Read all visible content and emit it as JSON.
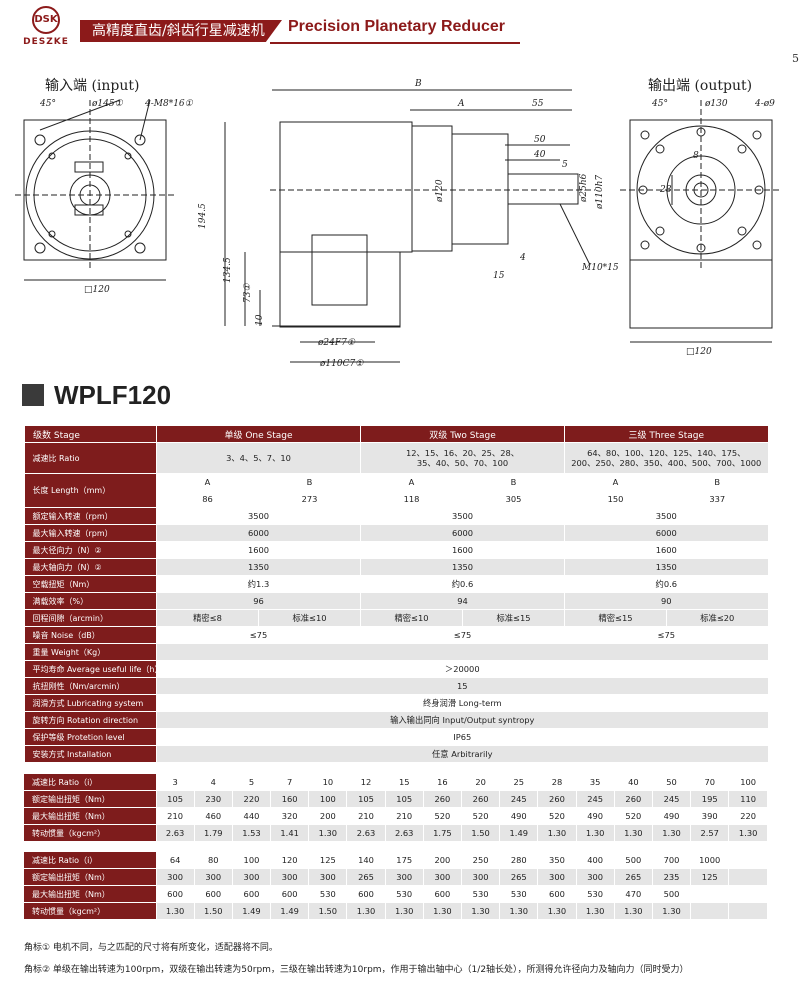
{
  "header": {
    "logo_letters": "DSK",
    "brand": "DESZKE",
    "title_cn": "高精度直齿/斜齿行星减速机",
    "title_en": "Precision Planetary Reducer",
    "page_number": "5"
  },
  "drawing": {
    "input_label": "输入端 (input)",
    "output_label": "输出端 (output)",
    "dims_input": [
      "45°",
      "ø145①",
      "4-M8*16①",
      "194.5",
      "134.5",
      "73①",
      "10",
      "□120"
    ],
    "dims_side": [
      "B",
      "A",
      "55",
      "50",
      "40",
      "5",
      "ø120",
      "ø25h6",
      "ø110h7",
      "4",
      "15",
      "M10*15",
      "ø24F7①",
      "ø110C7①"
    ],
    "dims_output": [
      "45°",
      "ø130",
      "4-ø9",
      "8",
      "28",
      "□120"
    ]
  },
  "model": "WPLF120",
  "spec_table": {
    "header": [
      "级数 Stage",
      "单级 One Stage",
      "双级 Two Stage",
      "三级 Three Stage"
    ],
    "ratio_label": "减速比 Ratio",
    "ratios": [
      "3、4、5、7、10",
      "12、15、16、20、25、28、\n35、40、50、70、100",
      "64、80、100、120、125、140、175、\n200、250、280、350、400、500、700、1000"
    ],
    "length_label": "长度 Length（mm）",
    "length_ab": [
      "A",
      "B",
      "A",
      "B",
      "A",
      "B"
    ],
    "length_vals": [
      "86",
      "273",
      "118",
      "305",
      "150",
      "337"
    ],
    "rows": [
      {
        "label": "额定输入转速（rpm）",
        "vals": [
          "3500",
          "3500",
          "3500"
        ]
      },
      {
        "label": "最大输入转速（rpm）",
        "vals": [
          "6000",
          "6000",
          "6000"
        ]
      },
      {
        "label": "最大径向力（N）②",
        "vals": [
          "1600",
          "1600",
          "1600"
        ]
      },
      {
        "label": "最大轴向力（N）②",
        "vals": [
          "1350",
          "1350",
          "1350"
        ]
      },
      {
        "label": "空载扭矩（Nm）",
        "vals": [
          "约1.3",
          "约0.6",
          "约0.6"
        ]
      },
      {
        "label": "满载效率（%）",
        "vals": [
          "96",
          "94",
          "90"
        ]
      }
    ],
    "backlash_label": "回程间隙（arcmin）",
    "backlash_vals": [
      "精密≤8",
      "标准≤10",
      "精密≤10",
      "标准≤15",
      "精密≤15",
      "标准≤20"
    ],
    "noise_label": "噪音 Noise（dB）",
    "noise_vals": [
      "≤75",
      "≤75",
      "≤75"
    ],
    "weight_label": "重量 Weight（Kg）",
    "common_rows": [
      {
        "label": "平均寿命 Average useful life（h）",
        "val": "＞20000"
      },
      {
        "label": "抗扭刚性（Nm/arcmin）",
        "val": "15"
      },
      {
        "label": "润滑方式 Lubricating system",
        "val": "终身润滑  Long-term"
      },
      {
        "label": "旋转方向 Rotation direction",
        "val": "输入输出同向  Input/Output syntropy"
      },
      {
        "label": "保护等级 Protetion level",
        "val": "IP65"
      },
      {
        "label": "安装方式 Installation",
        "val": "任意  Arbitrarily"
      }
    ]
  },
  "torque_table_1": {
    "labels": [
      "减速比 Ratio（i）",
      "额定输出扭矩（Nm）",
      "最大输出扭矩（Nm）",
      "转动惯量（kgcm²）"
    ],
    "ratio": [
      "3",
      "4",
      "5",
      "7",
      "10",
      "12",
      "15",
      "16",
      "20",
      "25",
      "28",
      "35",
      "40",
      "50",
      "70",
      "100"
    ],
    "rated": [
      "105",
      "230",
      "220",
      "160",
      "100",
      "105",
      "105",
      "260",
      "260",
      "245",
      "260",
      "245",
      "260",
      "245",
      "195",
      "110"
    ],
    "max": [
      "210",
      "460",
      "440",
      "320",
      "200",
      "210",
      "210",
      "520",
      "520",
      "490",
      "520",
      "490",
      "520",
      "490",
      "390",
      "220"
    ],
    "inertia": [
      "2.63",
      "1.79",
      "1.53",
      "1.41",
      "1.30",
      "2.63",
      "2.63",
      "1.75",
      "1.50",
      "1.49",
      "1.30",
      "1.30",
      "1.30",
      "1.30",
      "2.57",
      "1.30"
    ]
  },
  "torque_table_2": {
    "labels": [
      "减速比 Ratio（i）",
      "额定输出扭矩（Nm）",
      "最大输出扭矩（Nm）",
      "转动惯量（kgcm²）"
    ],
    "ratio": [
      "64",
      "80",
      "100",
      "120",
      "125",
      "140",
      "175",
      "200",
      "250",
      "280",
      "350",
      "400",
      "500",
      "700",
      "1000",
      ""
    ],
    "rated": [
      "300",
      "300",
      "300",
      "300",
      "300",
      "265",
      "300",
      "300",
      "300",
      "265",
      "300",
      "300",
      "265",
      "235",
      "125",
      ""
    ],
    "max": [
      "600",
      "600",
      "600",
      "600",
      "530",
      "600",
      "530",
      "600",
      "530",
      "530",
      "600",
      "530",
      "470",
      "500",
      "",
      ""
    ],
    "inertia": [
      "1.30",
      "1.50",
      "1.49",
      "1.49",
      "1.50",
      "1.30",
      "1.30",
      "1.30",
      "1.30",
      "1.30",
      "1.30",
      "1.30",
      "1.30",
      "1.30",
      "",
      ""
    ]
  },
  "notes": [
    "角标①  电机不同，与之匹配的尺寸将有所变化，适配器将不同。",
    "角标②  单级在输出转速为100rpm，双级在输出转速为50rpm，三级在输出转速为10rpm，作用于输出轴中心（1/2轴长处），所测得允许径向力及轴向力（同时受力）"
  ]
}
